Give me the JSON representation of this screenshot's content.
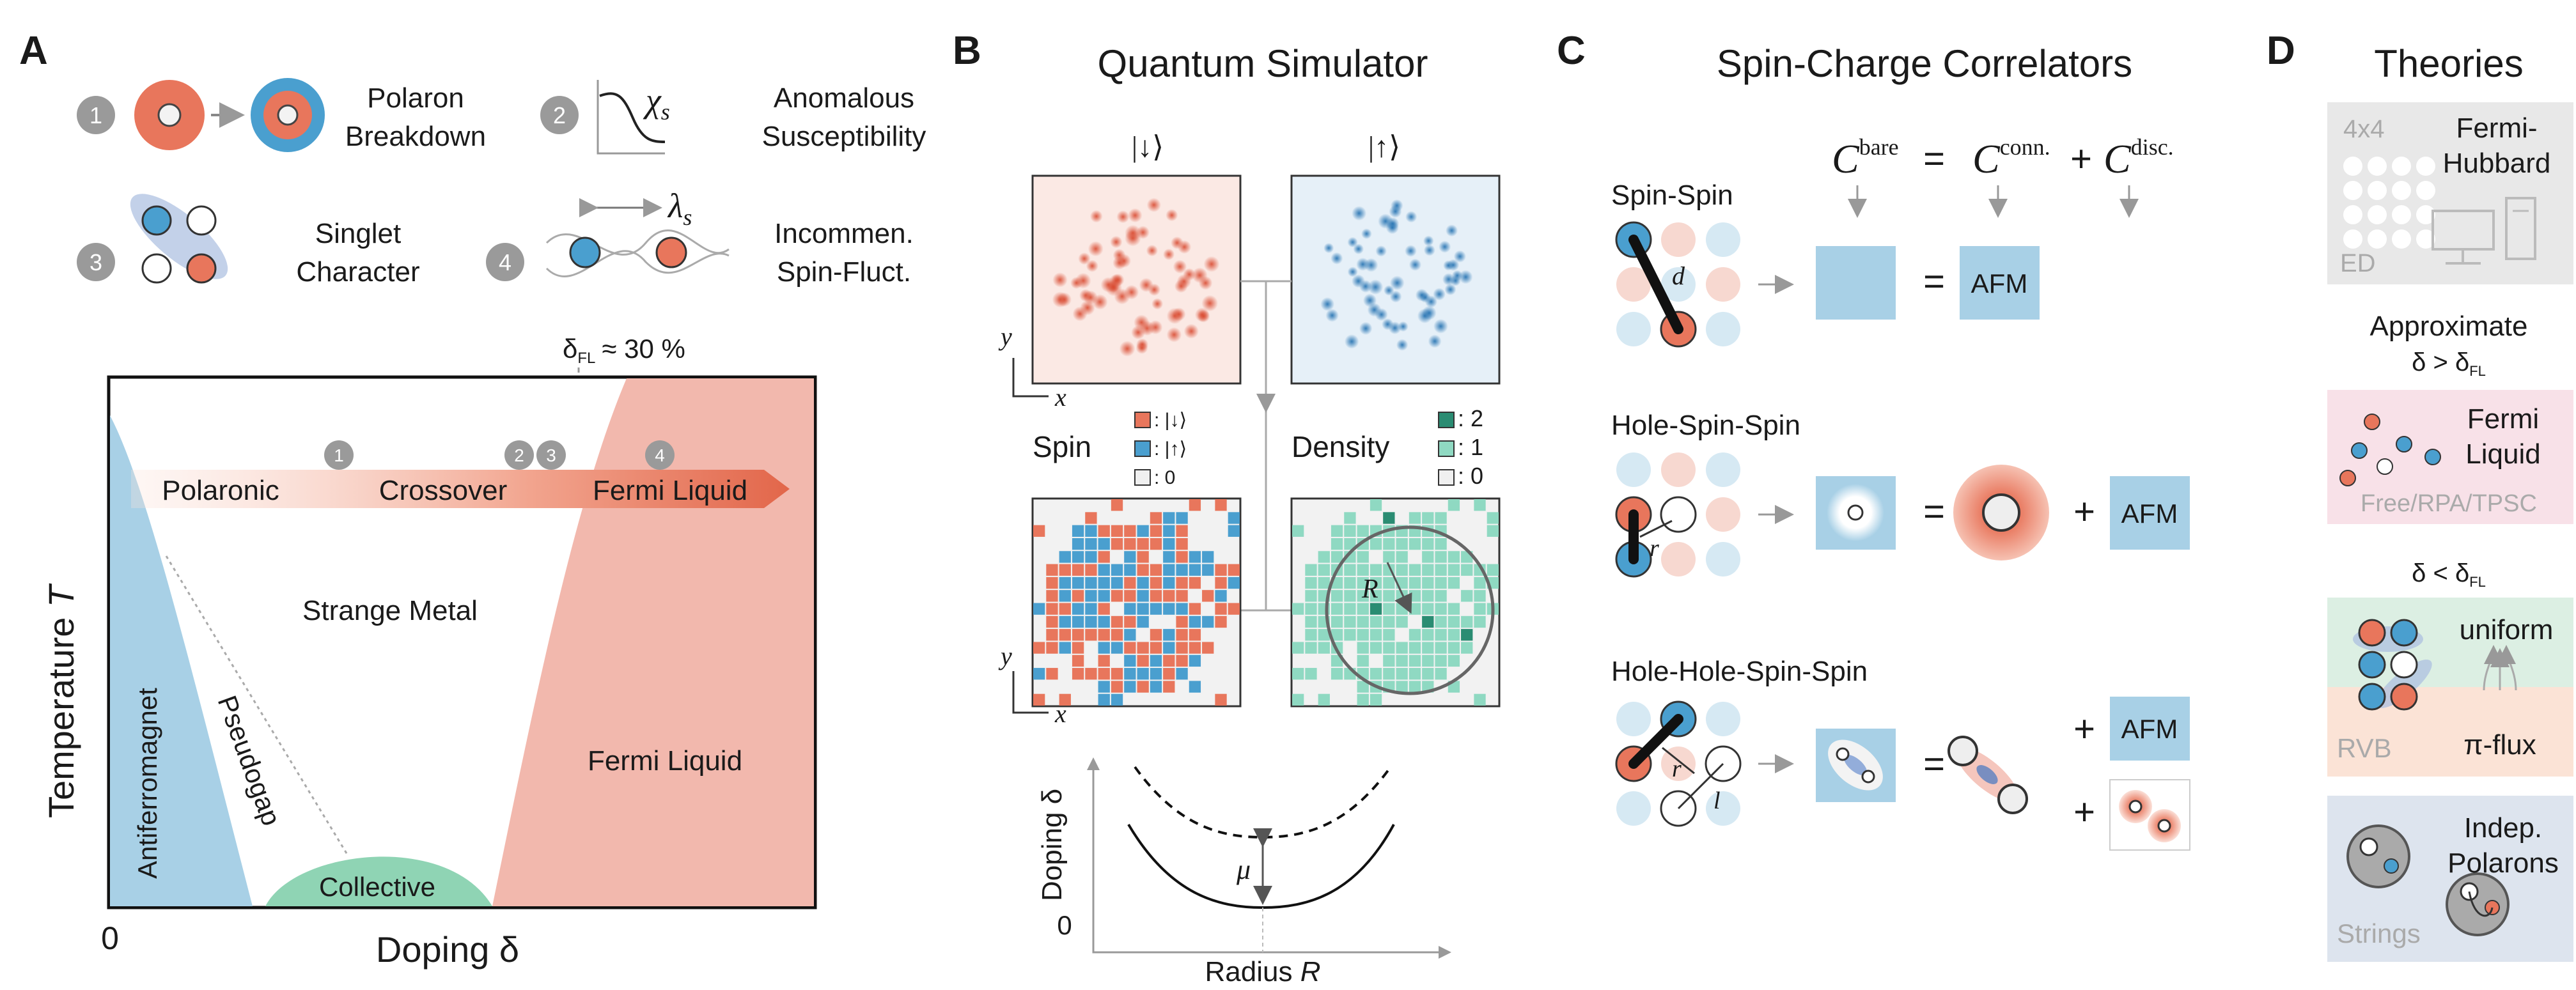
{
  "panels": {
    "a": {
      "letter": "A",
      "features": [
        {
          "num": "1",
          "label1": "Polaron",
          "label2": "Breakdown"
        },
        {
          "num": "2",
          "label1": "Anomalous",
          "label2": "Susceptibility",
          "symbol": "χ",
          "symbol_sub": "s"
        },
        {
          "num": "3",
          "label1": "Singlet",
          "label2": "Character"
        },
        {
          "num": "4",
          "label1": "Incommen.",
          "label2": "Spin-Fluct.",
          "symbol": "λ",
          "symbol_sub": "s"
        }
      ],
      "delta_fl_label": "δ",
      "delta_fl_sub": "FL",
      "delta_fl_value": "≈ 30 %",
      "arrow_labels": [
        "Polaronic",
        "Crossover",
        "Fermi Liquid"
      ],
      "arrow_markers": [
        "1",
        "2",
        "3",
        "4"
      ],
      "regions": {
        "strange_metal": "Strange Metal",
        "antiferromagnet": "Antiferromagnet",
        "pseudogap": "Pseudogap",
        "fermi_liquid": "Fermi Liquid",
        "collective": "Collective"
      },
      "ylabel": "Temperature",
      "ylabel_var": "T",
      "xlabel": "Doping δ",
      "origin": "0"
    },
    "b": {
      "letter": "B",
      "title": "Quantum Simulator",
      "ket_down": "|↓⟩",
      "ket_up": "|↑⟩",
      "axis_x": "x",
      "axis_y": "y",
      "spin_label": "Spin",
      "spin_legend": [
        ": |↓⟩",
        ": |↑⟩",
        ": 0"
      ],
      "density_label": "Density",
      "density_legend": [
        ": 2",
        ": 1",
        ": 0"
      ],
      "radius_symbol": "R",
      "mu_symbol": "μ",
      "plot_ylabel": "Doping δ",
      "plot_xlabel": "Radius",
      "plot_xvar": "R",
      "plot_origin": "0"
    },
    "c": {
      "letter": "C",
      "title": "Spin-Charge Correlators",
      "eq_c1": "C",
      "eq_bare": "bare",
      "eq_equals": "=",
      "eq_c2": "C",
      "eq_conn": "conn.",
      "eq_plus": "+",
      "eq_c3": "C",
      "eq_disc": "disc.",
      "rows": [
        {
          "label": "Spin-Spin",
          "var": "d",
          "afm": "AFM"
        },
        {
          "label": "Hole-Spin-Spin",
          "var": "r",
          "afm": "AFM"
        },
        {
          "label": "Hole-Hole-Spin-Spin",
          "var": "r",
          "var2": "l",
          "afm": "AFM"
        }
      ]
    },
    "d": {
      "letter": "D",
      "title": "Theories",
      "ed_box": {
        "size": "4x4",
        "name1": "Fermi-",
        "name2": "Hubbard",
        "method": "ED"
      },
      "approx_label": "Approximate",
      "cond_gt": "δ > δ",
      "cond_lt": "δ < δ",
      "cond_sub": "FL",
      "fl_box": {
        "name1": "Fermi",
        "name2": "Liquid",
        "methods": "Free/RPA/TPSC"
      },
      "rvb_box": {
        "uniform": "uniform",
        "method": "RVB",
        "piflux": "π-flux"
      },
      "pol_box": {
        "name1": "Indep.",
        "name2": "Polarons",
        "method": "Strings"
      }
    }
  },
  "colors": {
    "red": "#e8765c",
    "blue": "#4a9fcf",
    "lightblue": "#a8d0e6",
    "salmon": "#f2b8ad",
    "green": "#8fd4b4",
    "teal": "#6ccbb0",
    "gray_badge": "#9a9a9a"
  }
}
